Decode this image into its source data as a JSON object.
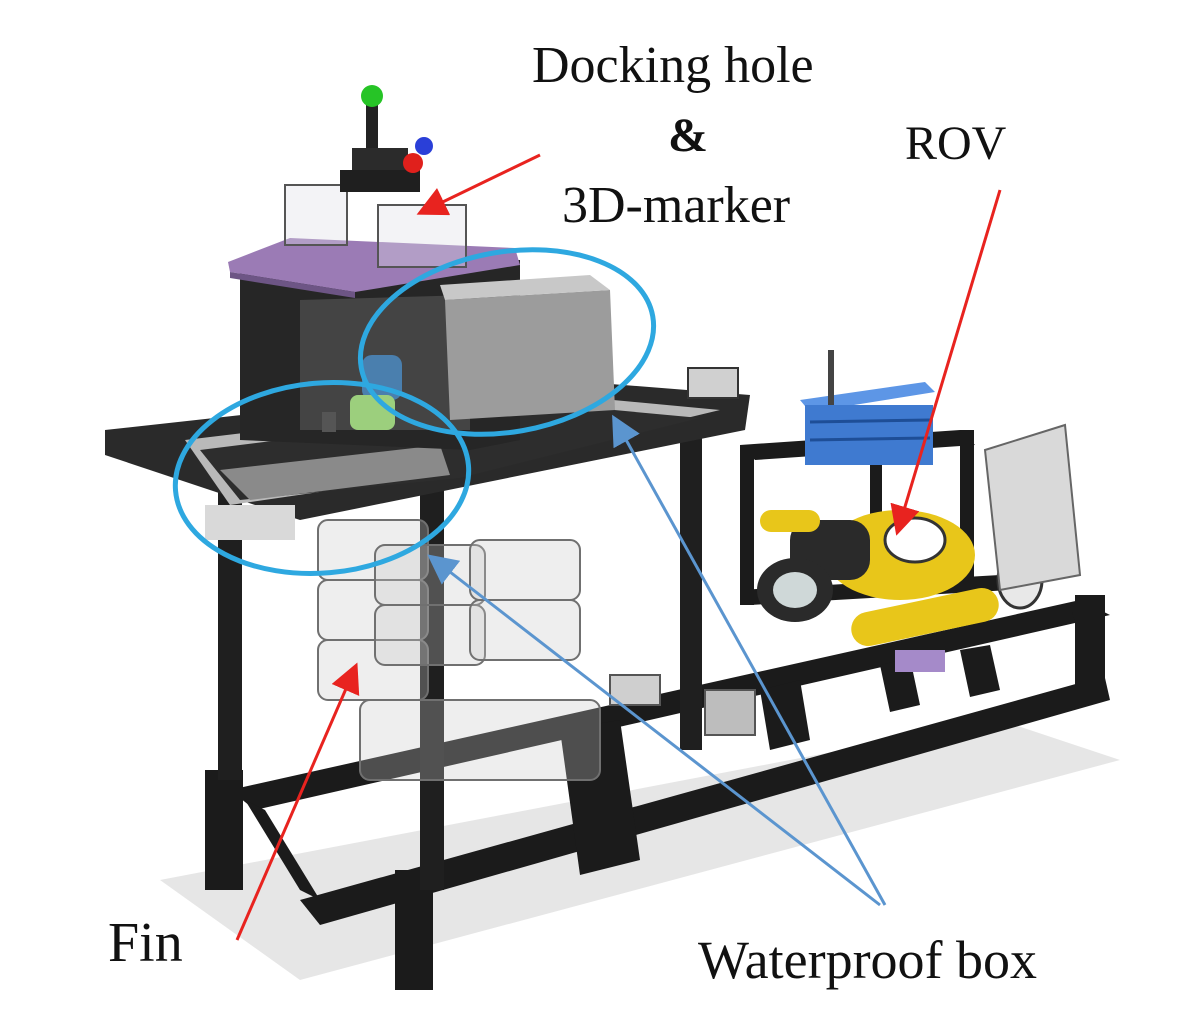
{
  "labels": {
    "docking_hole": "Docking hole",
    "ampersand": "&",
    "marker": "3D-marker",
    "rov": "ROV",
    "fin": "Fin",
    "waterproof_box": "Waterproof box"
  },
  "colors": {
    "frame": "#1b1b1b",
    "plate": "#9b7bb5",
    "highlight_ring": "#2ea8e0",
    "annotation_arrow_red": "#e8231f",
    "annotation_arrow_blue": "#5b95cf",
    "rov_body": "#e8c61a",
    "battery_pack": "#3f7ad0",
    "marker_green": "#26c426",
    "marker_red": "#e0201c",
    "marker_blue": "#2a3fd8"
  }
}
